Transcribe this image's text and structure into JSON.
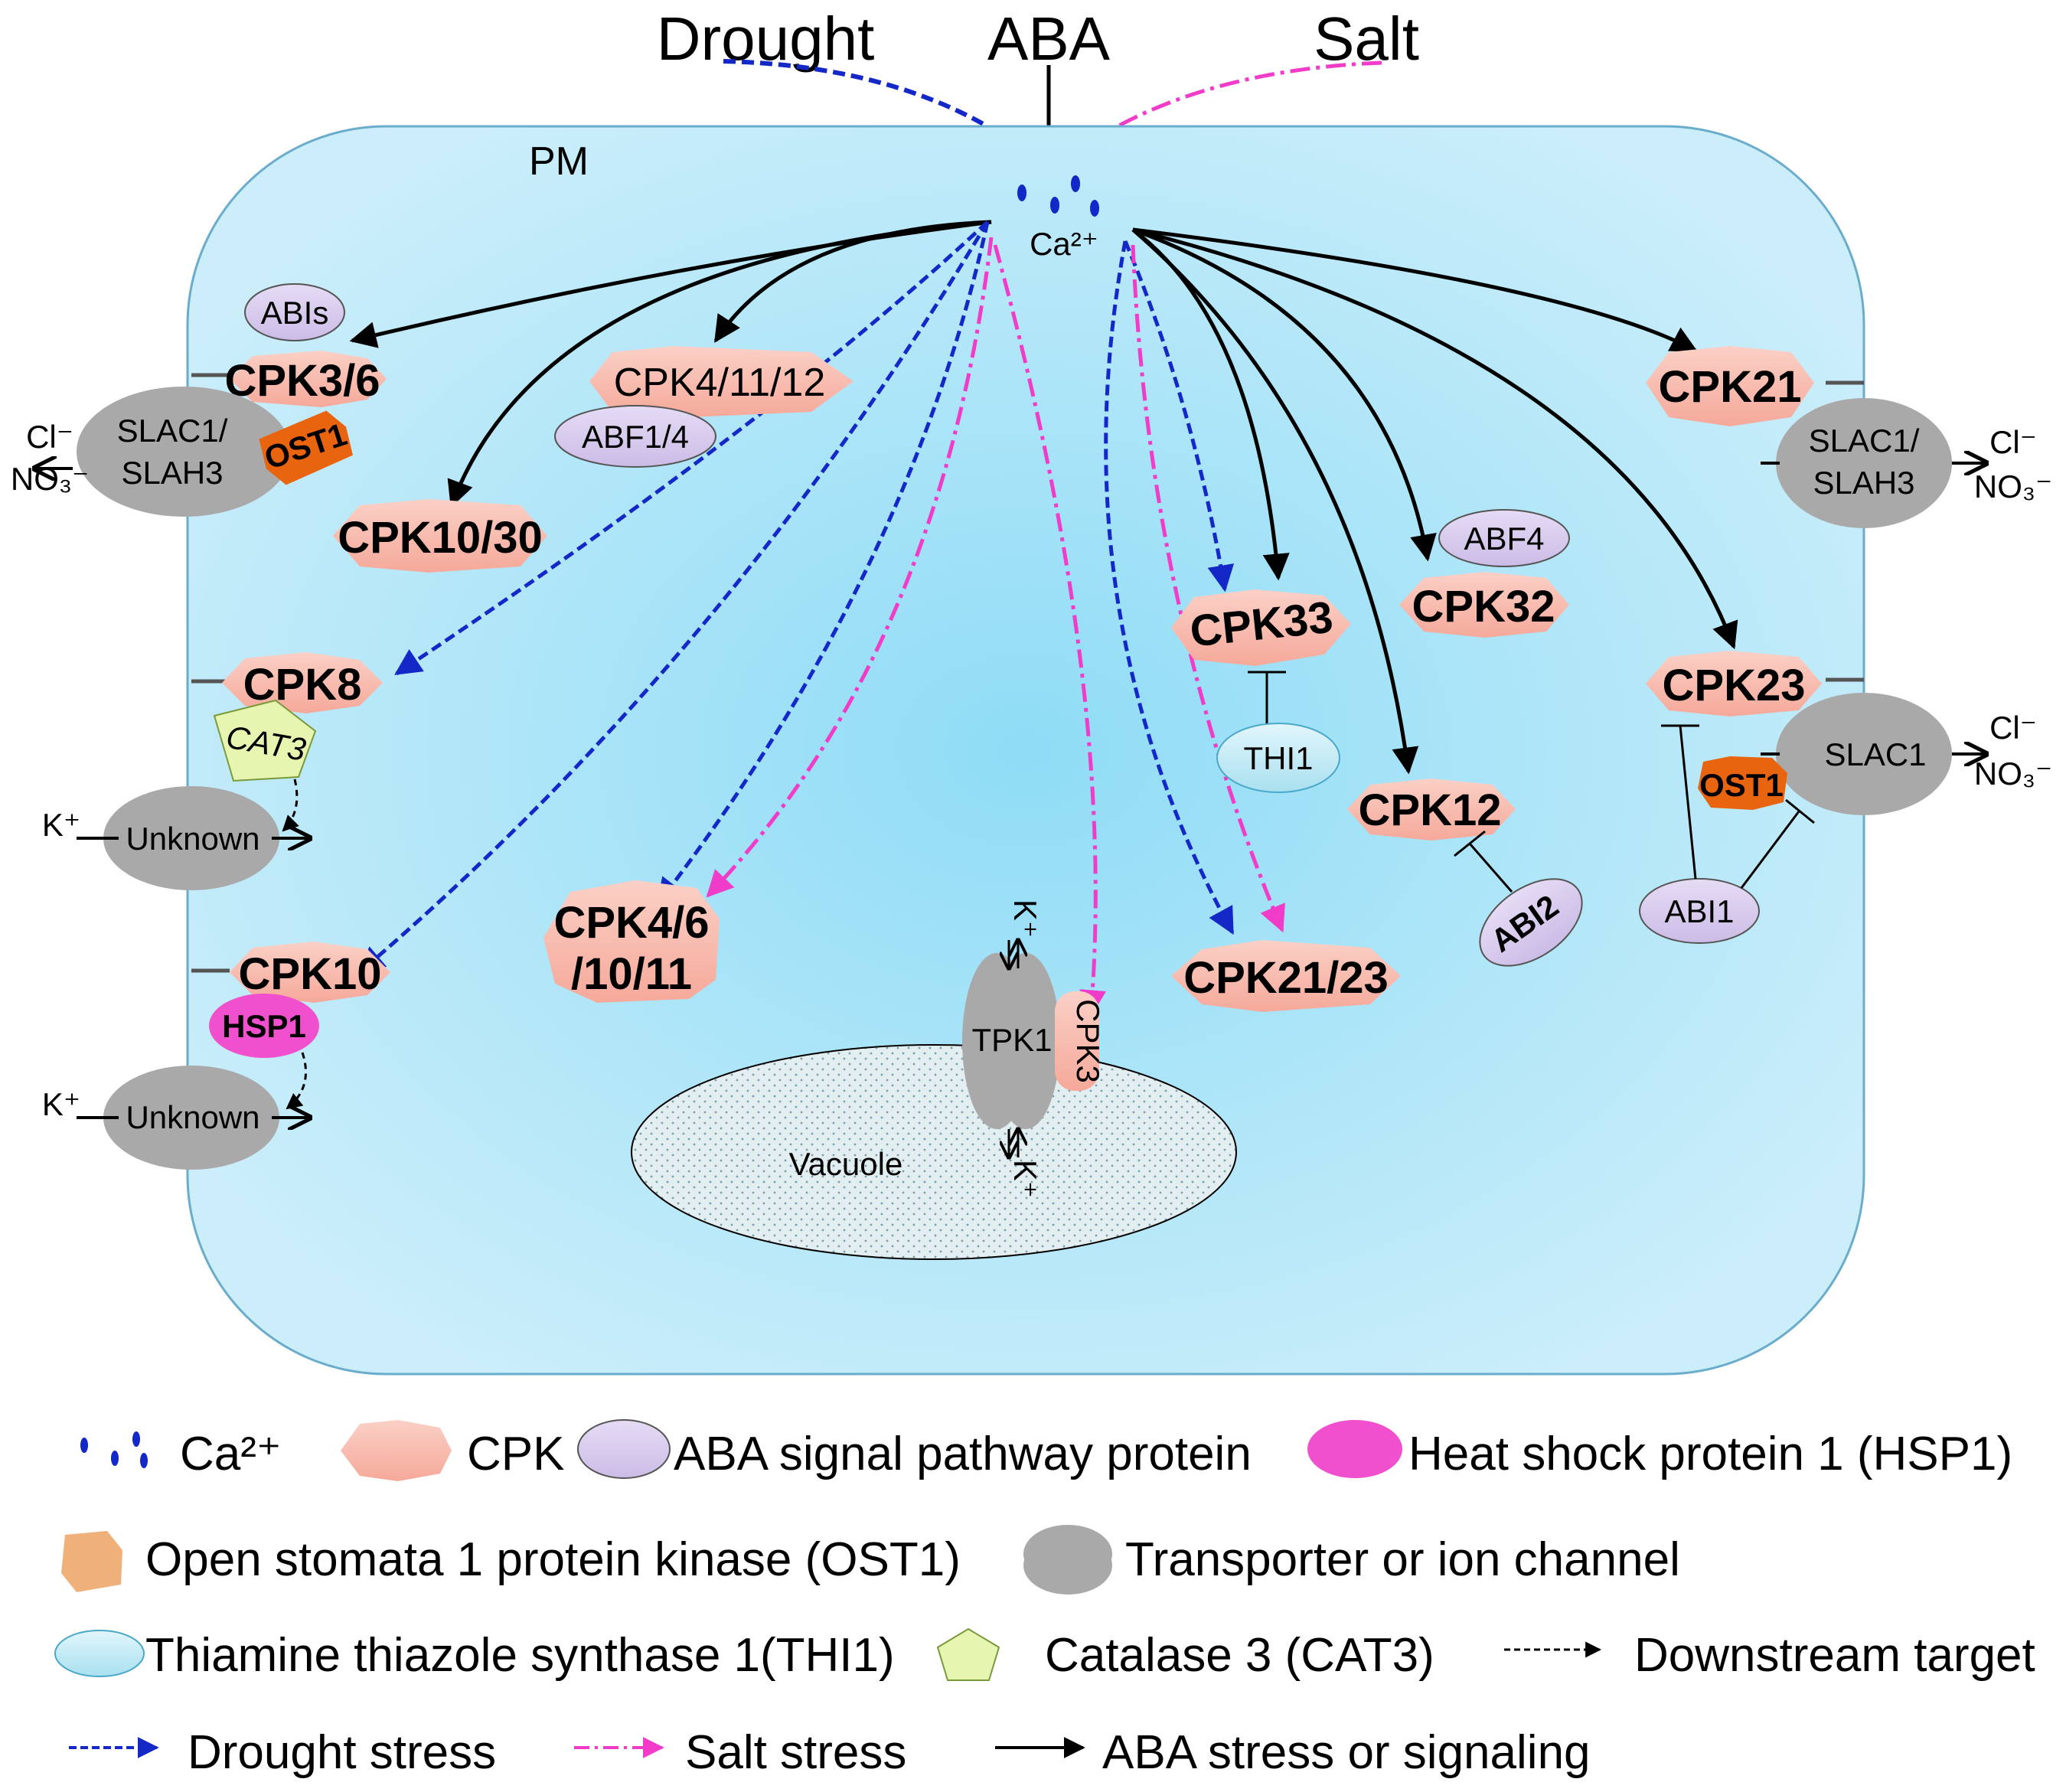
{
  "stimuli": {
    "drought": "Drought",
    "aba": "ABA",
    "salt": "Salt"
  },
  "cell": {
    "pm": "PM",
    "calcium": "Ca²⁺",
    "vacuole": "Vacuole"
  },
  "cpks": {
    "cpk3_6": "CPK3/6",
    "cpk4_11_12": "CPK4/11/12",
    "cpk10_30": "CPK10/30",
    "cpk8": "CPK8",
    "cpk10": "CPK10",
    "cpk4_6_10_11_l1": "CPK4/6",
    "cpk4_6_10_11_l2": "/10/11",
    "cpk21": "CPK21",
    "cpk33": "CPK33",
    "cpk32": "CPK32",
    "cpk23": "CPK23",
    "cpk12": "CPK12",
    "cpk21_23": "CPK21/23",
    "cpk3_vac": "CPK3"
  },
  "proteins": {
    "abis": "ABIs",
    "abf1_4": "ABF1/4",
    "abf4": "ABF4",
    "ost1": "OST1",
    "cat3": "CAT3",
    "hsp1": "HSP1",
    "thi1": "THI1",
    "abi2": "ABI2",
    "abi1": "ABI1"
  },
  "transporters": {
    "slac1_slah3": "SLAC1/",
    "slah3": "SLAH3",
    "slac1": "SLAC1",
    "unknown": "Unknown",
    "tpk1": "TPK1"
  },
  "ions": {
    "cl": "Cl⁻",
    "no3": "NO₃⁻",
    "k": "K⁺"
  },
  "legend": {
    "calcium": "Ca²⁺",
    "cpk": "CPK",
    "aba_protein": "ABA signal pathway protein",
    "hsp1": "Heat shock protein 1 (HSP1)",
    "ost1": "Open stomata 1 protein kinase (OST1)",
    "transporter": "Transporter or ion channel",
    "thi1": "Thiamine thiazole synthase  1(THI1)",
    "cat3": "Catalase 3 (CAT3)",
    "downstream": "Downstream target",
    "drought": "Drought stress",
    "salt": "Salt stress",
    "aba": "ABA stress or signaling"
  },
  "colors": {
    "cell_fill": "#b5e4f6",
    "cpk_fill": "#f8b2a6",
    "aba_protein": "#d9cdee",
    "hsp1": "#f04fce",
    "ost1": "#e8640e",
    "transporter": "#a9a9a9",
    "thi1": "#c7ecf6",
    "cat3": "#e6f6b0",
    "drought_line": "#1428c8",
    "salt_line": "#f03cc8"
  }
}
